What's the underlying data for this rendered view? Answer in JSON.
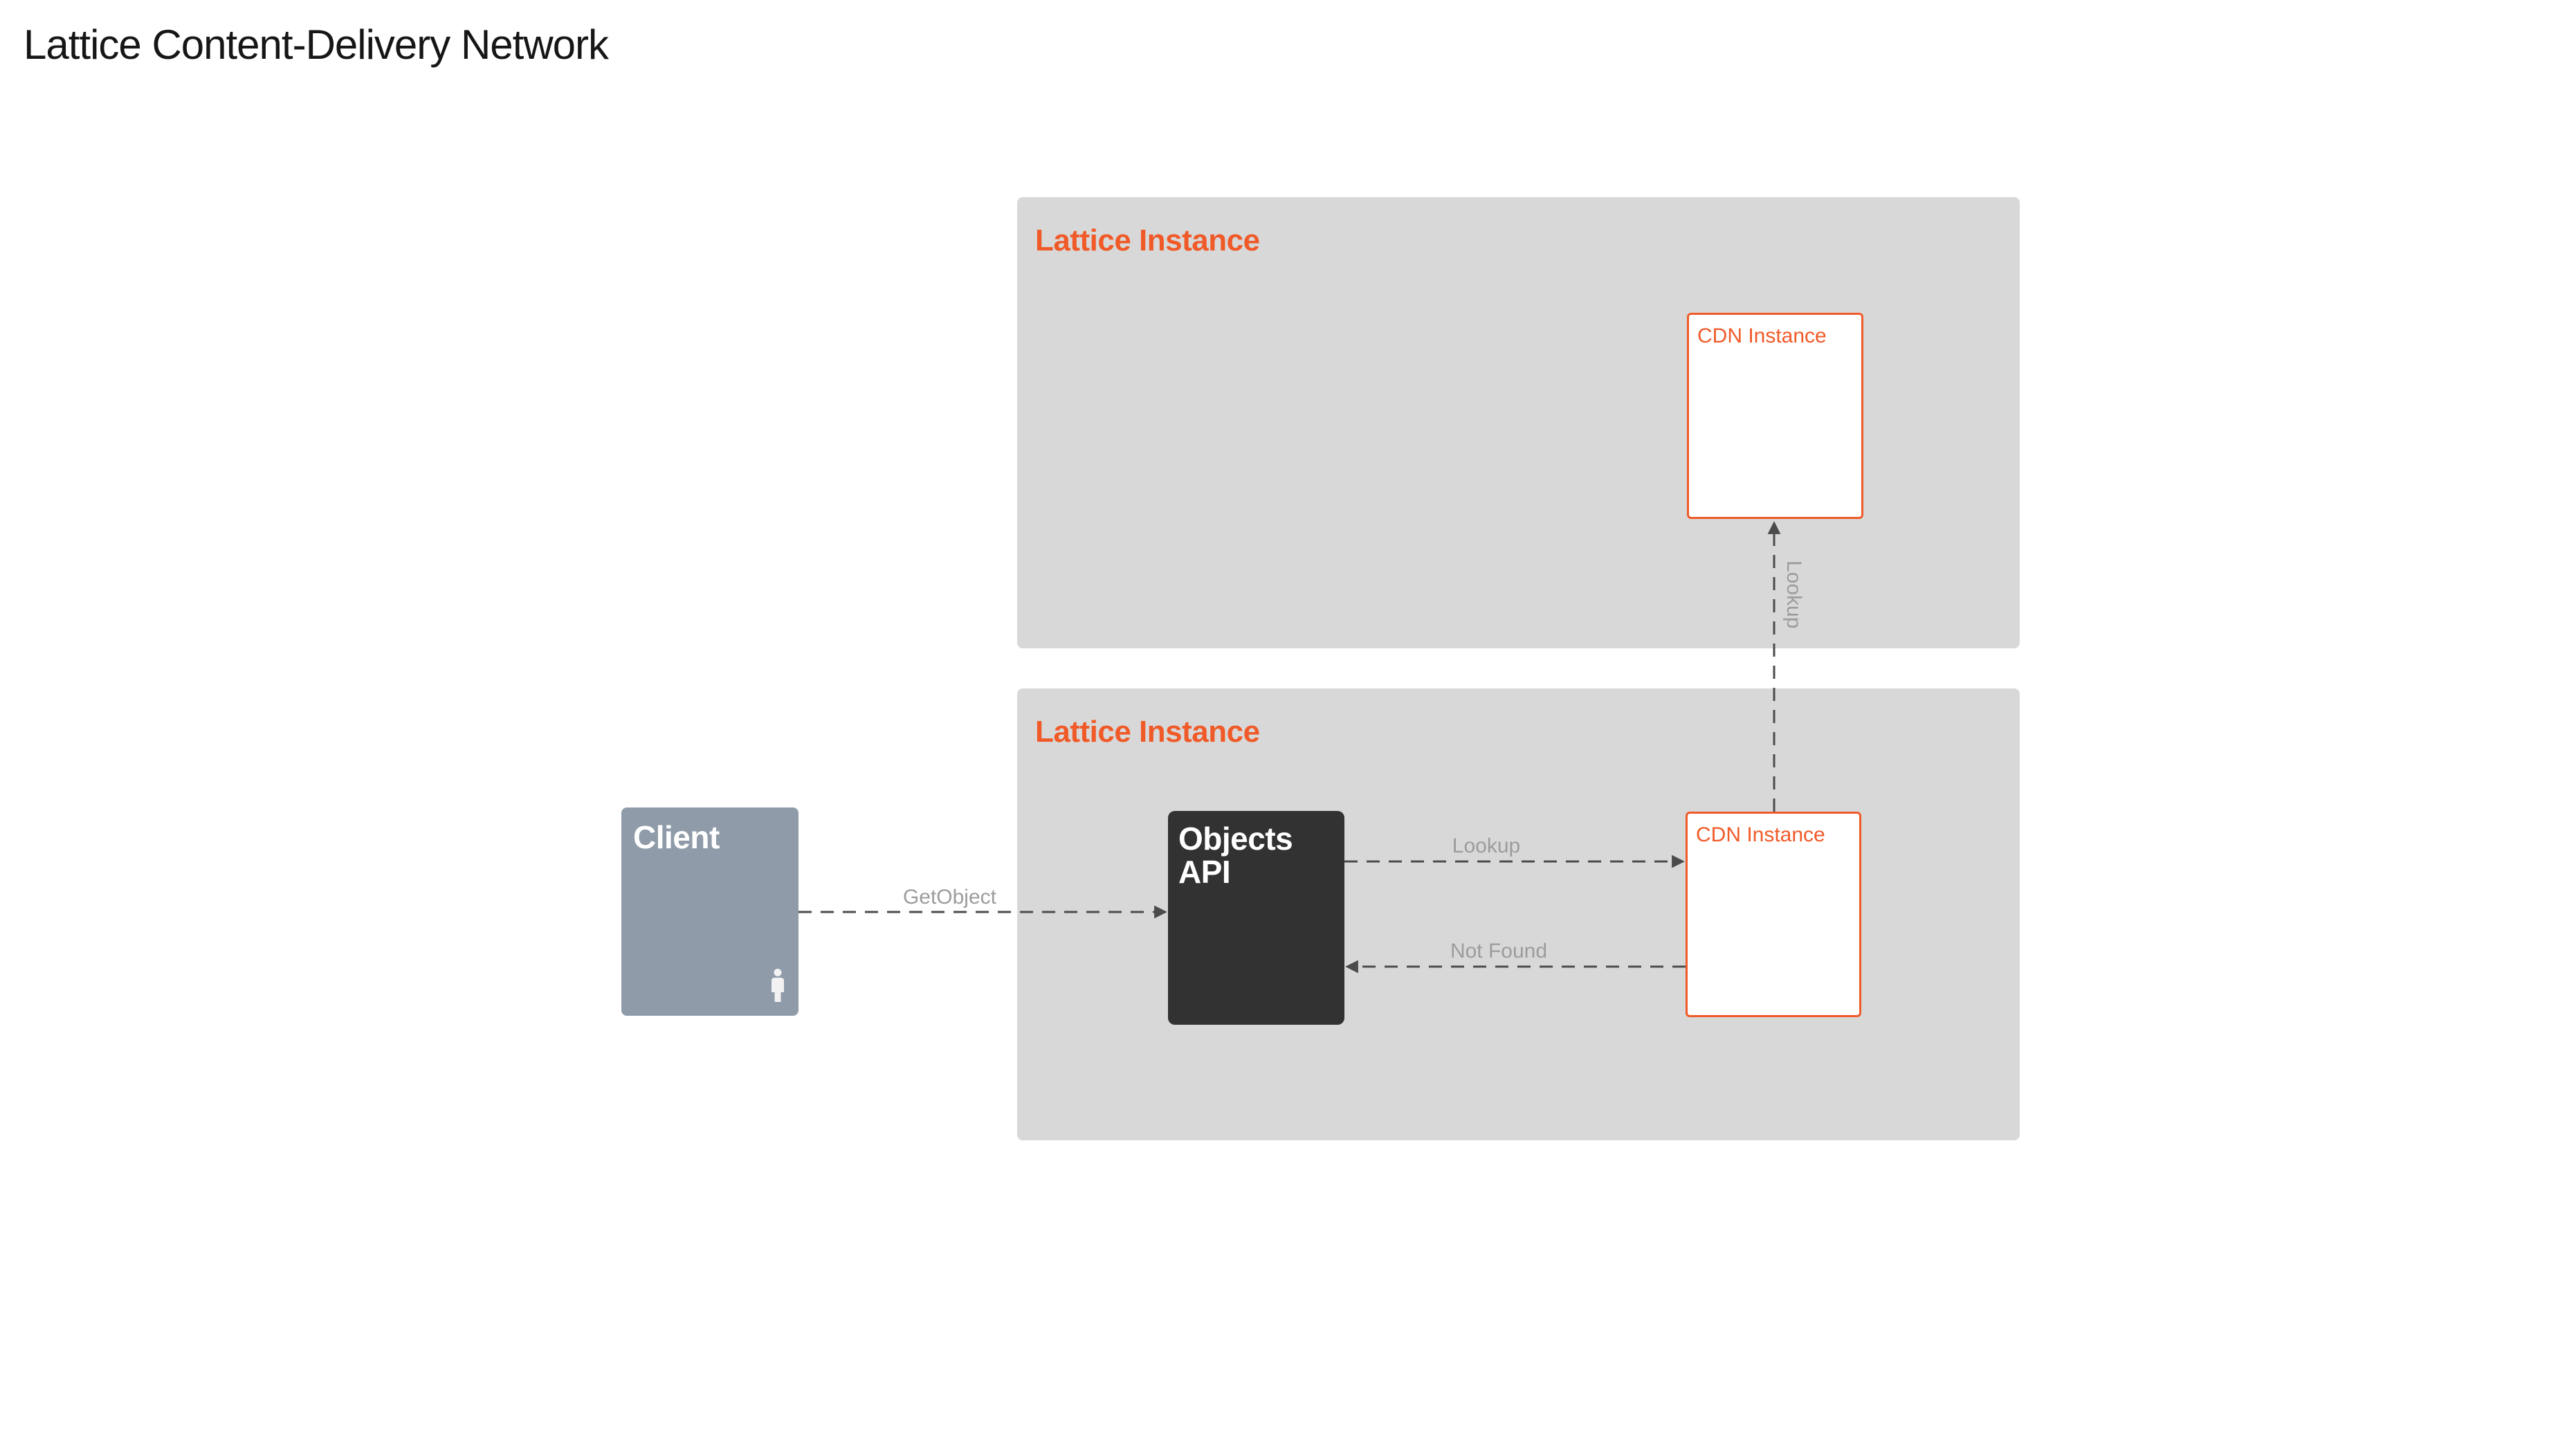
{
  "title": "Lattice Content-Delivery Network",
  "client": {
    "label": "Client",
    "icon": "person-icon"
  },
  "instances": [
    {
      "label": "Lattice Instance",
      "nodes": [
        {
          "label": "CDN Instance"
        }
      ]
    },
    {
      "label": "Lattice Instance",
      "nodes": [
        {
          "label": "Objects API"
        },
        {
          "label": "CDN Instance"
        }
      ]
    }
  ],
  "arrows": [
    {
      "label": "GetObject",
      "from": "Client",
      "to": "Objects API",
      "direction": "right",
      "style": "dashed"
    },
    {
      "label": "Lookup",
      "from": "Objects API",
      "to": "CDN Instance (local)",
      "direction": "right",
      "style": "dashed"
    },
    {
      "label": "Not Found",
      "from": "CDN Instance (local)",
      "to": "Objects API",
      "direction": "left",
      "style": "dashed"
    },
    {
      "label": "Lookup",
      "from": "CDN Instance (local)",
      "to": "CDN Instance (remote)",
      "direction": "up",
      "style": "dashed"
    }
  ],
  "colors": {
    "accent_orange": "#F05A28",
    "instance_gray": "#D8D8D8",
    "client_slate": "#8F9BA8",
    "objects_api_dark": "#323232",
    "arrow_line": "#4B4B4B",
    "arrow_label_gray": "#9C9C9C",
    "background": "#FFFFFF",
    "title_text": "#161616"
  }
}
